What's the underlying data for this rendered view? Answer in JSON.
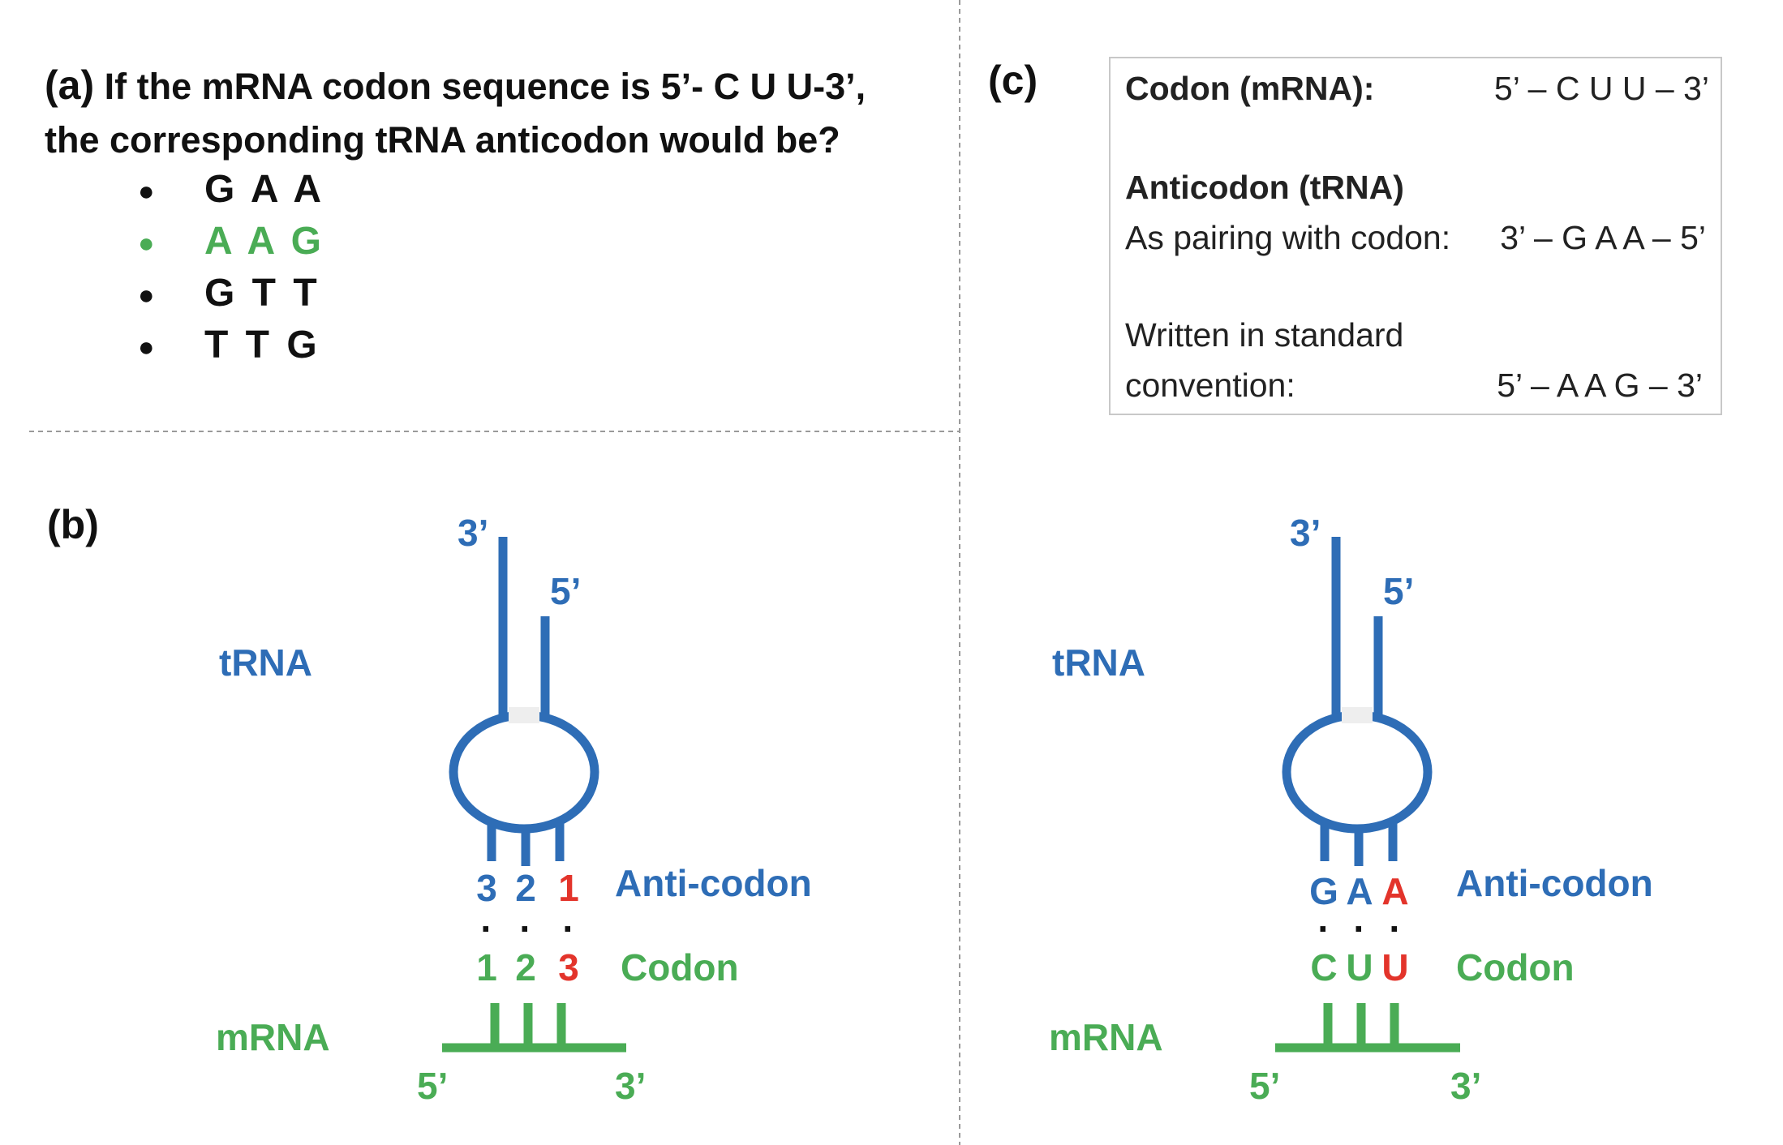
{
  "colors": {
    "trna_blue": "#2e6db6",
    "mrna_green": "#4aac55",
    "highlight_red": "#e3342b",
    "text_dark": "#111111",
    "divider": "#9a9a9a"
  },
  "panel_a": {
    "label": "(a)",
    "question_line1": "If the mRNA codon sequence is 5’- C U U-3’,",
    "question_line2": "the corresponding tRNA anticodon would be?",
    "options": [
      {
        "text": "G A A",
        "correct": false
      },
      {
        "text": "A A G",
        "correct": true
      },
      {
        "text": "G T T",
        "correct": false
      },
      {
        "text": "T T G",
        "correct": false
      }
    ]
  },
  "panel_b": {
    "label": "(b)",
    "trna_label": "tRNA",
    "mrna_label": "mRNA",
    "trna_3prime": "3’",
    "trna_5prime": "5’",
    "mrna_5prime": "5’",
    "mrna_3prime": "3’",
    "anticodon_label": "Anti-codon",
    "codon_label": "Codon",
    "anticodon": [
      "3",
      "2",
      "1"
    ],
    "codon": [
      "1",
      "2",
      "3"
    ],
    "pairing_dots": "·",
    "highlight_index": 2
  },
  "panel_b2": {
    "trna_label": "tRNA",
    "mrna_label": "mRNA",
    "trna_3prime": "3’",
    "trna_5prime": "5’",
    "mrna_5prime": "5’",
    "mrna_3prime": "3’",
    "anticodon_label": "Anti-codon",
    "codon_label": "Codon",
    "anticodon": [
      "G",
      "A",
      "A"
    ],
    "codon": [
      "C",
      "U",
      "U"
    ],
    "pairing_dots": "·",
    "highlight_index": 2
  },
  "panel_c": {
    "label": "(c)",
    "codon_heading": "Codon (mRNA):",
    "codon_value": "5’ – C U U – 3’",
    "anticodon_heading": "Anticodon (tRNA)",
    "pairing_label": "As pairing with codon:",
    "pairing_value": "3’ – G A A – 5’",
    "standard_label_line1": "Written in standard",
    "standard_label_line2": "convention:",
    "standard_value": "5’ – A A G – 3’"
  }
}
